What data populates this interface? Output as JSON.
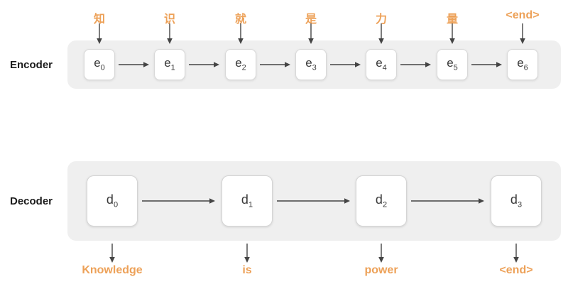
{
  "colors": {
    "accent_orange": "#EDA158",
    "container_gray": "#EFEFEF",
    "box_border": "#D8D8D8",
    "arrow": "#444444",
    "label_text": "#1A1A1A"
  },
  "encoder": {
    "label": "Encoder",
    "inputs": [
      "知",
      "识",
      "就",
      "是",
      "力",
      "量",
      "<end>"
    ],
    "units": [
      {
        "base": "e",
        "sub": "0"
      },
      {
        "base": "e",
        "sub": "1"
      },
      {
        "base": "e",
        "sub": "2"
      },
      {
        "base": "e",
        "sub": "3"
      },
      {
        "base": "e",
        "sub": "4"
      },
      {
        "base": "e",
        "sub": "5"
      },
      {
        "base": "e",
        "sub": "6"
      }
    ]
  },
  "decoder": {
    "label": "Decoder",
    "units": [
      {
        "base": "d",
        "sub": "0"
      },
      {
        "base": "d",
        "sub": "1"
      },
      {
        "base": "d",
        "sub": "2"
      },
      {
        "base": "d",
        "sub": "3"
      }
    ],
    "outputs": [
      "Knowledge",
      "is",
      "power",
      "<end>"
    ]
  }
}
